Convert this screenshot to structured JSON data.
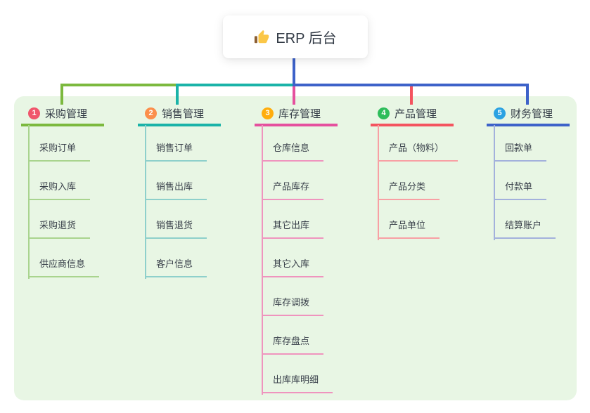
{
  "root": {
    "icon": "thumbs-up",
    "title": "ERP 后台"
  },
  "branches": [
    {
      "index": "1",
      "title": "采购管理",
      "badge_color": "#F0566C",
      "line_color": "#7CB93E",
      "light_color": "#A9D48E",
      "items": [
        "采购订单",
        "采购入库",
        "采购退货",
        "供应商信息"
      ]
    },
    {
      "index": "2",
      "title": "销售管理",
      "badge_color": "#FB8F4C",
      "line_color": "#1AB3A8",
      "light_color": "#8ED0CB",
      "items": [
        "销售订单",
        "销售出库",
        "销售退货",
        "客户信息"
      ]
    },
    {
      "index": "3",
      "title": "库存管理",
      "badge_color": "#FFAD0D",
      "line_color": "#E5509E",
      "light_color": "#EF94BE",
      "items": [
        "仓库信息",
        "产品库存",
        "其它出库",
        "其它入库",
        "库存调拨",
        "库存盘点",
        "出库库明细"
      ]
    },
    {
      "index": "4",
      "title": "产品管理",
      "badge_color": "#2EBD5B",
      "line_color": "#F4545F",
      "light_color": "#F8A0A4",
      "items": [
        "产品（物料）",
        "产品分类",
        "产品单位"
      ]
    },
    {
      "index": "5",
      "title": "财务管理",
      "badge_color": "#2BA2E2",
      "line_color": "#3D62C9",
      "light_color": "#A3B1DC",
      "items": [
        "回款单",
        "付款单",
        "结算账户"
      ]
    }
  ],
  "colors": {
    "canvas_bg": "#FFFFFF",
    "panel_bg": "#E8F6E4",
    "card_bg": "#FFFFFF",
    "root_connector": "#3D62C9",
    "text": "#333B46"
  }
}
